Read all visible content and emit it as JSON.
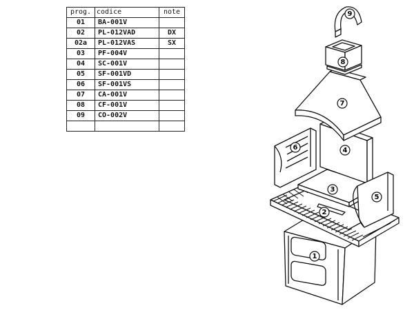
{
  "table": {
    "headers": [
      "prog.",
      "codice",
      "note"
    ],
    "rows": [
      {
        "prog": "01",
        "code": "BA-001V",
        "note": ""
      },
      {
        "prog": "02",
        "code": "PL-012VAD",
        "note": "DX"
      },
      {
        "prog": "02a",
        "code": "PL-012VAS",
        "note": "SX"
      },
      {
        "prog": "03",
        "code": "PF-004V",
        "note": ""
      },
      {
        "prog": "04",
        "code": "SC-001V",
        "note": ""
      },
      {
        "prog": "05",
        "code": "SF-001VD",
        "note": ""
      },
      {
        "prog": "06",
        "code": "SF-001VS",
        "note": ""
      },
      {
        "prog": "07",
        "code": "CA-001V",
        "note": ""
      },
      {
        "prog": "08",
        "code": "CF-001V",
        "note": ""
      },
      {
        "prog": "09",
        "code": "CO-002V",
        "note": ""
      },
      {
        "prog": "",
        "code": "",
        "note": ""
      }
    ]
  },
  "diagram": {
    "callouts": [
      "1",
      "2",
      "3",
      "4",
      "5",
      "6",
      "7",
      "8",
      "9"
    ]
  }
}
